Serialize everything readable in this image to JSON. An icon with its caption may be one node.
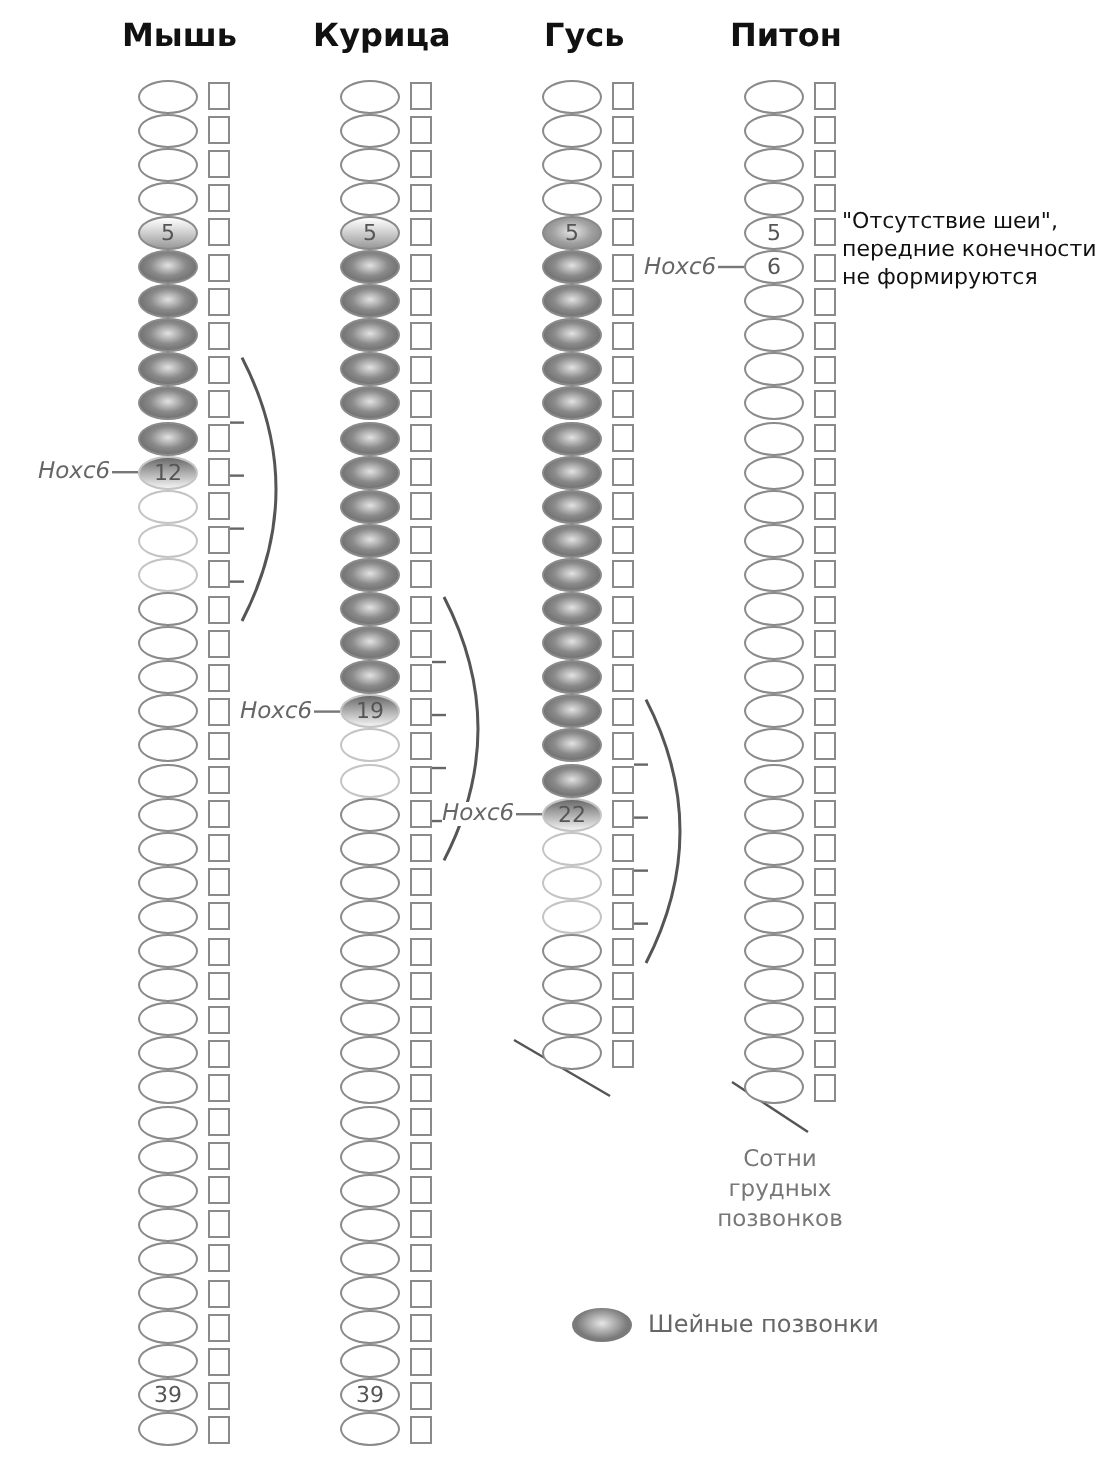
{
  "diagram": {
    "nodes": [
      {
        "text": [],
        "shape": "ellipse"
      },
      {
        "text": [],
        "shape": "ellipse"
      },
      {
        "text": [],
        "shape": "ellipse"
      },
      {
        "text": [],
        "shape": "ellipse"
      },
      {
        "text": [
          "5"
        ]
      },
      {
        "text": [],
        "shape": "ellipse"
      },
      {
        "text": [],
        "shape": "ellipse"
      },
      {
        "text": [],
        "shape": "ellipse"
      },
      {
        "text": [],
        "shape": "ellipse"
      },
      {
        "text": [],
        "shape": "ellipse"
      },
      {
        "text": [],
        "shape": "ellipse"
      },
      {
        "text": [
          "12"
        ]
      },
      {
        "text": [],
        "shape": "ellipse"
      },
      {
        "text": [],
        "shape": "ellipse"
      },
      {
        "text": [],
        "shape": "ellipse"
      },
      {
        "text": [],
        "shape": "ellipse"
      },
      {
        "text": [],
        "shape": "ellipse"
      },
      {
        "text": [],
        "shape": "ellipse"
      },
      {
        "text": [],
        "shape": "ellipse"
      },
      {
        "text": [],
        "shape": "ellipse"
      },
      {
        "text": [],
        "shape": "ellipse"
      },
      {
        "text": [],
        "shape": "ellipse"
      },
      {
        "text": [],
        "shape": "ellipse"
      },
      {
        "text": [],
        "shape": "ellipse"
      },
      {
        "text": [],
        "shape": "ellipse"
      },
      {
        "text": [],
        "shape": "ellipse"
      },
      {
        "text": [],
        "shape": "ellipse"
      },
      {
        "text": [],
        "shape": "ellipse"
      },
      {
        "text": [],
        "shape": "ellipse"
      },
      {
        "text": [],
        "shape": "ellipse"
      },
      {
        "text": [],
        "shape": "ellipse"
      },
      {
        "text": [],
        "shape": "ellipse"
      },
      {
        "text": [],
        "shape": "ellipse"
      },
      {
        "text": [],
        "shape": "ellipse"
      },
      {
        "text": [],
        "shape": "ellipse"
      },
      {
        "text": [],
        "shape": "ellipse"
      },
      {
        "text": [],
        "shape": "ellipse"
      },
      {
        "text": [],
        "shape": "ellipse"
      },
      {
        "text": [
          "39"
        ]
      },
      {
        "text": [],
        "shape": "ellipse"
      },
      {
        "text": [],
        "shape": "ellipse"
      },
      {
        "text": [],
        "shape": "ellipse"
      },
      {
        "text": [],
        "shape": "ellipse"
      },
      {
        "text": [],
        "shape": "ellipse"
      },
      {
        "text": [
          "5"
        ]
      },
      {
        "text": [],
        "shape": "ellipse"
      },
      {
        "text": [],
        "shape": "ellipse"
      },
      {
        "text": [],
        "shape": "ellipse"
      },
      {
        "text": [],
        "shape": "ellipse"
      },
      {
        "text": [],
        "shape": "ellipse"
      },
      {
        "text": [],
        "shape": "ellipse"
      },
      {
        "text": [],
        "shape": "ellipse"
      },
      {
        "text": [],
        "shape": "ellipse"
      },
      {
        "text": [],
        "shape": "ellipse"
      },
      {
        "text": [],
        "shape": "ellipse"
      },
      {
        "text": [],
        "shape": "ellipse"
      },
      {
        "text": [],
        "shape": "ellipse"
      },
      {
        "text": [],
        "shape": "ellipse"
      },
      {
        "text": [
          "19"
        ]
      },
      {
        "text": [],
        "shape": "ellipse"
      },
      {
        "text": [],
        "shape": "ellipse"
      },
      {
        "text": [],
        "shape": "ellipse"
      },
      {
        "text": [],
        "shape": "ellipse"
      },
      {
        "text": [],
        "shape": "ellipse"
      },
      {
        "text": [],
        "shape": "ellipse"
      },
      {
        "text": [],
        "shape": "ellipse"
      },
      {
        "text": [],
        "shape": "ellipse"
      },
      {
        "text": [],
        "shape": "ellipse"
      },
      {
        "text": [],
        "shape": "ellipse"
      },
      {
        "text": [],
        "shape": "ellipse"
      },
      {
        "text": [],
        "shape": "ellipse"
      },
      {
        "text": [],
        "shape": "ellipse"
      },
      {
        "text": [],
        "shape": "ellipse"
      },
      {
        "text": [],
        "shape": "ellipse"
      },
      {
        "text": [],
        "shape": "ellipse"
      },
      {
        "text": [],
        "shape": "ellipse"
      },
      {
        "text": [],
        "shape": "ellipse"
      },
      {
        "text": [],
        "shape": "ellipse"
      },
      {
        "text": [
          "39"
        ]
      },
      {
        "text": [],
        "shape": "ellipse"
      },
      {
        "text": [],
        "shape": "ellipse"
      },
      {
        "text": [],
        "shape": "ellipse"
      },
      {
        "text": [],
        "shape": "ellipse"
      },
      {
        "text": [],
        "shape": "ellipse"
      },
      {
        "text": [
          "5"
        ]
      },
      {
        "text": [],
        "shape": "ellipse"
      },
      {
        "text": [],
        "shape": "ellipse"
      },
      {
        "text": [],
        "shape": "ellipse"
      },
      {
        "text": [],
        "shape": "ellipse"
      },
      {
        "text": [],
        "shape": "ellipse"
      },
      {
        "text": [],
        "shape": "ellipse"
      },
      {
        "text": [],
        "shape": "ellipse"
      },
      {
        "text": [],
        "shape": "ellipse"
      },
      {
        "text": [],
        "shape": "ellipse"
      },
      {
        "text": [],
        "shape": "ellipse"
      },
      {
        "text": [],
        "shape": "ellipse"
      },
      {
        "text": [],
        "shape": "ellipse"
      },
      {
        "text": [],
        "shape": "ellipse"
      },
      {
        "text": [],
        "shape": "ellipse"
      },
      {
        "text": [],
        "shape": "ellipse"
      },
      {
        "text": [],
        "shape": "ellipse"
      },
      {
        "text": [
          "22"
        ]
      },
      {
        "text": [],
        "shape": "ellipse"
      },
      {
        "text": [],
        "shape": "ellipse"
      },
      {
        "text": [],
        "shape": "ellipse"
      },
      {
        "text": [],
        "shape": "ellipse"
      },
      {
        "text": [],
        "shape": "ellipse"
      },
      {
        "text": [],
        "shape": "ellipse"
      },
      {
        "text": [],
        "shape": "ellipse"
      },
      {
        "text": [],
        "shape": "ellipse"
      },
      {
        "text": [],
        "shape": "ellipse"
      },
      {
        "text": [],
        "shape": "ellipse"
      },
      {
        "text": [],
        "shape": "ellipse"
      },
      {
        "text": [
          "5"
        ]
      },
      {
        "text": [
          "6"
        ]
      },
      {
        "text": [],
        "shape": "ellipse"
      },
      {
        "text": [],
        "shape": "ellipse"
      },
      {
        "text": [],
        "shape": "ellipse"
      },
      {
        "text": [],
        "shape": "ellipse"
      },
      {
        "text": [],
        "shape": "ellipse"
      },
      {
        "text": [],
        "shape": "ellipse"
      },
      {
        "text": [],
        "shape": "ellipse"
      },
      {
        "text": [],
        "shape": "ellipse"
      },
      {
        "text": [],
        "shape": "ellipse"
      },
      {
        "text": [],
        "shape": "ellipse"
      },
      {
        "text": [],
        "shape": "ellipse"
      },
      {
        "text": [],
        "shape": "ellipse"
      },
      {
        "text": [],
        "shape": "ellipse"
      },
      {
        "text": [],
        "shape": "ellipse"
      },
      {
        "text": [],
        "shape": "ellipse"
      },
      {
        "text": [],
        "shape": "ellipse"
      },
      {
        "text": [],
        "shape": "ellipse"
      },
      {
        "text": [],
        "shape": "ellipse"
      },
      {
        "text": [],
        "shape": "ellipse"
      },
      {
        "text": [],
        "shape": "ellipse"
      },
      {
        "text": [],
        "shape": "ellipse"
      },
      {
        "text": [],
        "shape": "ellipse"
      },
      {
        "text": [],
        "shape": "ellipse"
      },
      {
        "text": [],
        "shape": "ellipse"
      },
      {
        "text": [
          "Hoxc6"
        ]
      },
      {
        "text": [
          "Hoxc6"
        ]
      },
      {
        "text": [
          "Hoxc6"
        ]
      },
      {
        "text": [
          "Hoxc6"
        ]
      }
    ],
    "edges": [
      {
        "from": 139,
        "to": 11,
        "arrow": "none"
      },
      {
        "from": 140,
        "to": 58,
        "arrow": "none"
      },
      {
        "from": 141,
        "to": 101,
        "arrow": "none"
      },
      {
        "from": 142,
        "to": 114,
        "arrow": "none"
      }
    ],
    "labels": [
      "Мышь",
      "Курица",
      "Гусь",
      "Питон",
      "\"Отсутствие шеи\", передние конечности не формируются",
      "Сотни грудных позвонков"
    ],
    "legend": [
      {
        "text": "Шейные позвонки",
        "color": "#7a7a7a"
      }
    ]
  }
}
